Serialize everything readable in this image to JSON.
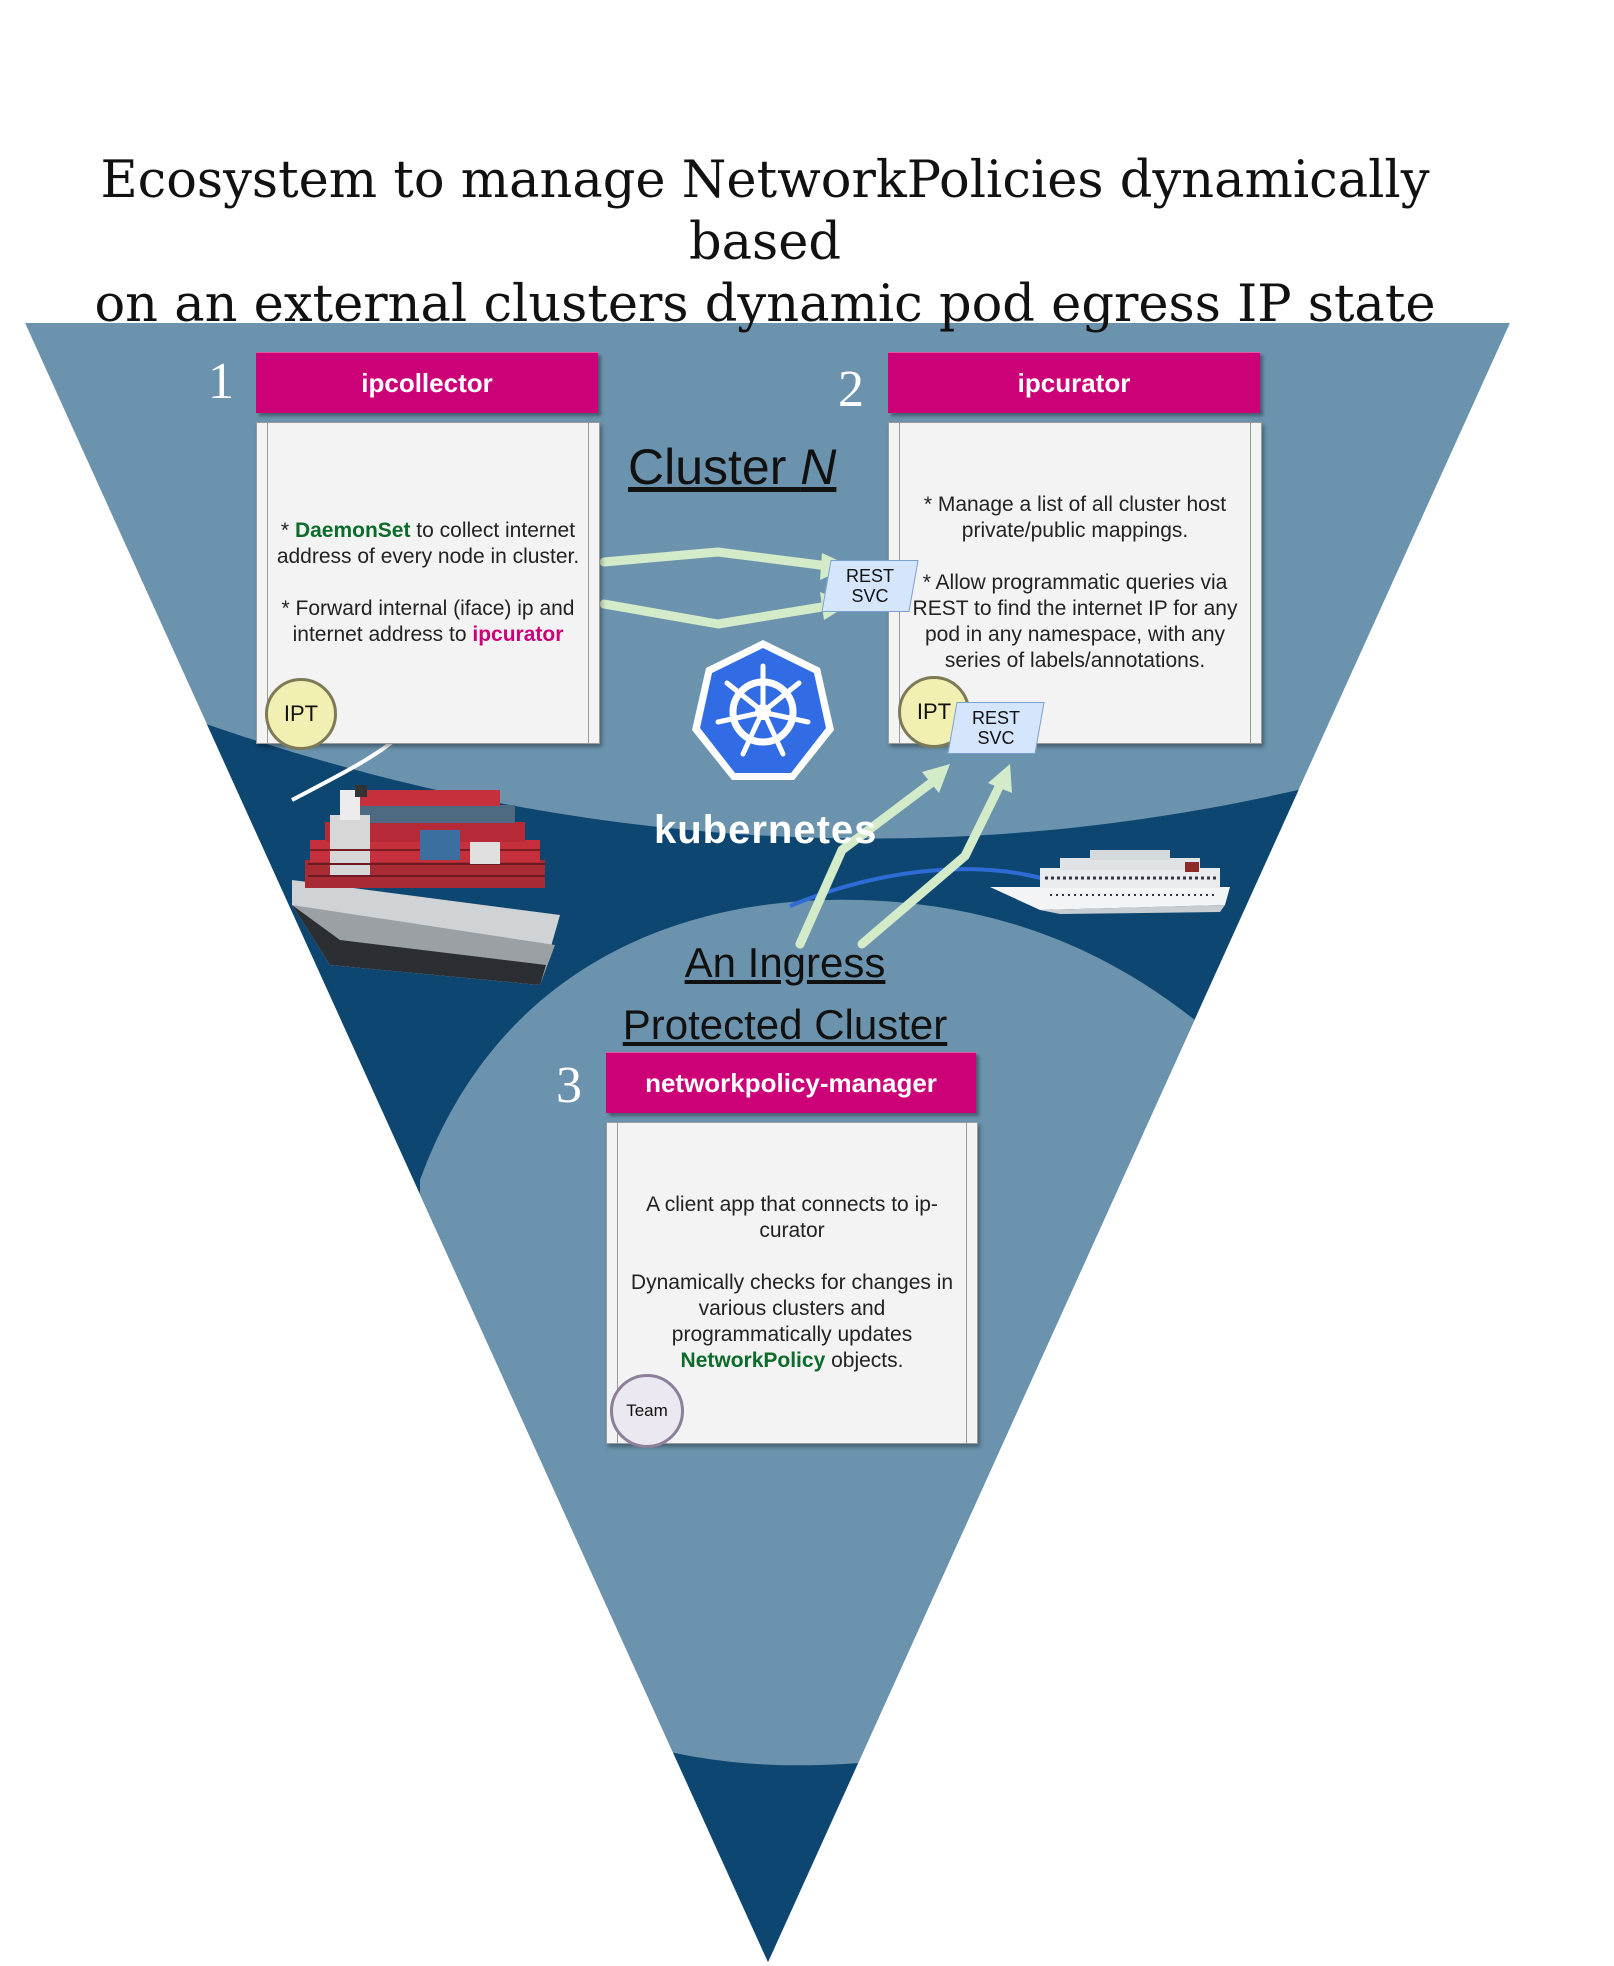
{
  "title": {
    "line1": "Ecosystem to manage NetworkPolicies dynamically based",
    "line2": "on an external clusters dynamic pod egress IP state"
  },
  "colors": {
    "outer_triangle": "#6b93ad",
    "inner_band": "#0d4670",
    "component_header": "#cc0077",
    "emphasis_green": "#0a6b2a",
    "arrow": "#d4ebc9"
  },
  "cluster_label": {
    "prefix": "Cluster ",
    "suffix": "N"
  },
  "ingress_label": {
    "line1": "An Ingress",
    "line2": "Protected Cluster"
  },
  "kubernetes": {
    "icon": "kubernetes-helm-icon",
    "wordmark": "kubernetes"
  },
  "images": {
    "left": "container-ship-image",
    "right": "cruise-ship-image"
  },
  "components": [
    {
      "number": "1",
      "name": "ipcollector",
      "text": {
        "line1_prefix": "* ",
        "line1_emphasis": "DaemonSet",
        "line1_suffix": " to collect internet address of every node in cluster.",
        "line2_prefix": "* Forward internal (iface) ip and internet address to ",
        "line2_emphasis": "ipcurator"
      },
      "badge": "IPT"
    },
    {
      "number": "2",
      "name": "ipcurator",
      "text": {
        "line1": "* Manage a list of all cluster host private/public mappings.",
        "line2": "* Allow programmatic queries via REST to find the internet IP for any pod in any namespace, with any series of labels/annotations."
      },
      "badge": "IPT"
    },
    {
      "number": "3",
      "name": "networkpolicy-manager",
      "text": {
        "line1": "A client app that connects to ip-curator",
        "line2_prefix": "Dynamically checks for changes in various clusters and programmatically updates ",
        "line2_emphasis": "NetworkPolicy",
        "line2_suffix": " objects."
      },
      "badge": "Team"
    }
  ],
  "rest_svc": [
    {
      "line1": "REST",
      "line2": "SVC"
    },
    {
      "line1": "REST",
      "line2": "SVC"
    }
  ]
}
